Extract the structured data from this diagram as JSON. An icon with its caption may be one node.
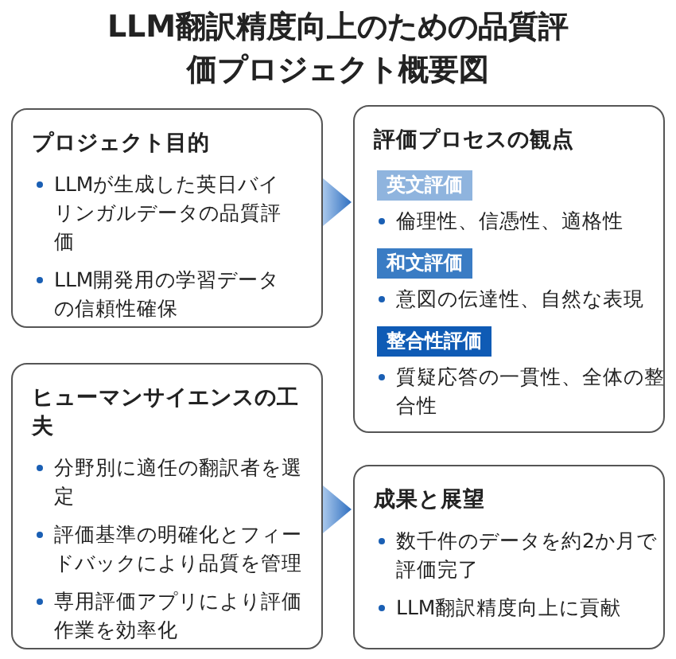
{
  "diagram": {
    "title": "LLM翻訳精度向上のための品質評価プロジェクト概要図",
    "nodes": [
      {
        "text": [
          "プロジェクト目的",
          "LLMが生成した英日バイリンガルデータの品質評価",
          "LLM開発用の学習データの信頼性確保"
        ]
      },
      {
        "text": [
          "評価プロセスの観点",
          "倫理性、信憑性、適格性",
          "意図の伝達性、自然な表現",
          "質疑応答の一貫性、全体の整合性"
        ]
      },
      {
        "text": [
          "英文評価"
        ],
        "in": 1
      },
      {
        "text": [
          "和文評価"
        ],
        "in": 1
      },
      {
        "text": [
          "整合性評価"
        ],
        "in": 1
      },
      {
        "text": [
          "ヒューマンサイエンスの工夫",
          "分野別に適任の翻訳者を選定",
          "評価基準の明確化とフィードバックにより品質を管理",
          "専用評価アプリにより評価作業を効率化"
        ]
      },
      {
        "text": [
          "成果と展望",
          "数千件のデータを約2か月で評価完了",
          "LLM翻訳精度向上に貢献"
        ]
      }
    ],
    "edges": [
      {
        "from": 0,
        "to": 1,
        "arrow": "to"
      },
      {
        "from": 5,
        "to": 6,
        "arrow": "to"
      }
    ]
  }
}
